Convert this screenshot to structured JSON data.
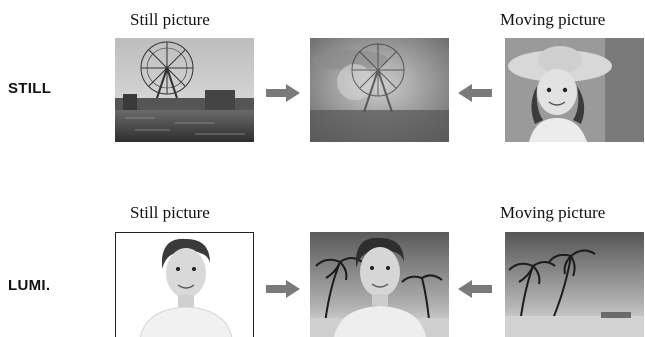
{
  "rows": [
    {
      "label": "STILL",
      "left_caption": "Still picture",
      "right_caption": "Moving picture",
      "images": [
        "ferris-wheel-photo",
        "superimposed-photo",
        "girl-with-hat-photo"
      ]
    },
    {
      "label": "LUMI.",
      "left_caption": "Still picture",
      "right_caption": "Moving picture",
      "images": [
        "woman-portrait-photo",
        "composited-photo",
        "beach-palm-trees-photo"
      ]
    }
  ],
  "icons": {
    "arrow_right": "arrow-right-icon",
    "arrow_left": "arrow-left-icon"
  },
  "colors": {
    "arrow": "#7a7a7a",
    "text": "#111111"
  }
}
